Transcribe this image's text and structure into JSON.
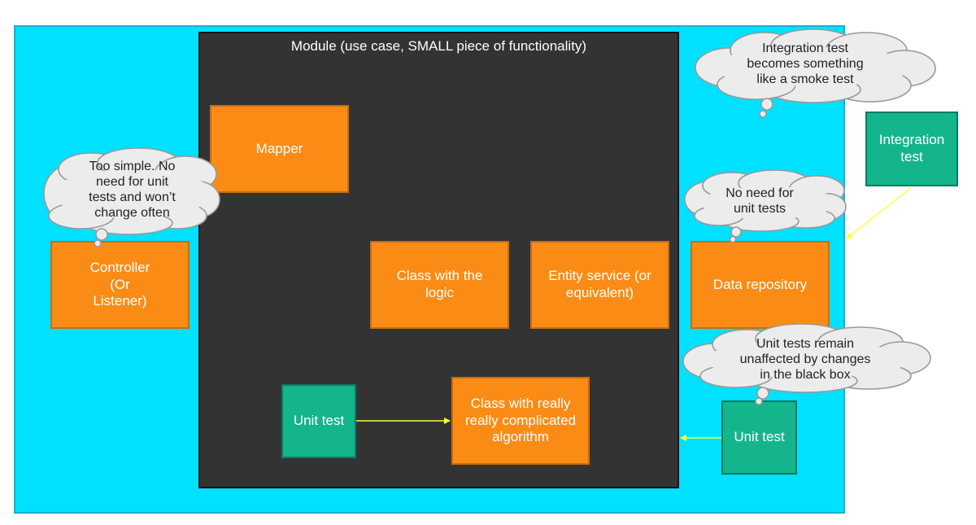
{
  "module": {
    "title": "Module (use case, SMALL piece of functionality)"
  },
  "boxes": {
    "mapper": "Mapper",
    "controller": "Controller\n(Or\nListener)",
    "class_logic": "Class with the\nlogic",
    "entity_service": "Entity service (or\nequivalent)",
    "data_repository": "Data repository",
    "complicated": "Class with really\nreally complicated\nalgorithm",
    "unit_test_inner": "Unit test",
    "unit_test_outer": "Unit test",
    "integration_test": "Integration\ntest"
  },
  "clouds": {
    "integration_note": "Integration test\nbecomes something\nlike a smoke test",
    "controller_note": "Too simple. No\nneed for unit\ntests and won’t\nchange often",
    "repository_note": "No need for\nunit tests",
    "unit_note": "Unit tests remain\nunaffected by changes\nin the black box"
  },
  "colors": {
    "outer_box": "#00e0ff",
    "module_box": "#333333",
    "component_box": "#fa8c16",
    "test_box": "#14b58d",
    "arrow": "#ffff33"
  }
}
